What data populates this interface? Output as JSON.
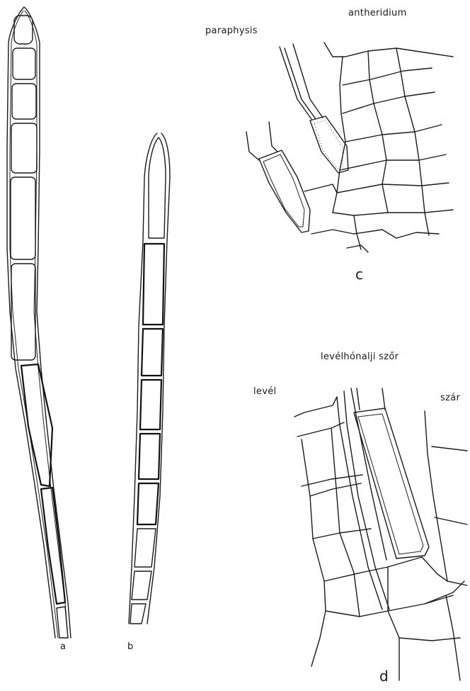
{
  "figure": {
    "labels": {
      "a": "a",
      "b": "b",
      "c": "c",
      "d": "d"
    },
    "panel_c": {
      "paraphysis": "paraphysis",
      "antheridium": "antheridium"
    },
    "panel_d": {
      "axillary_hair": "levélhónalji szőr",
      "leaf": "levél",
      "stem": "szár"
    }
  }
}
